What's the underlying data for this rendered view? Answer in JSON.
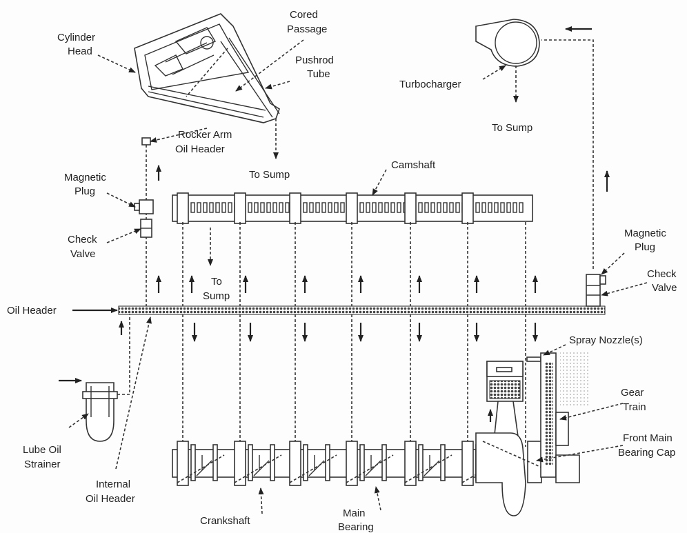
{
  "labels": {
    "cylinder_head": [
      "Cylinder",
      "Head"
    ],
    "cored_passage": [
      "Cored",
      "Passage"
    ],
    "pushrod_tube": [
      "Pushrod",
      "Tube"
    ],
    "turbocharger": "Turbocharger",
    "to_sump_turbo": "To Sump",
    "rocker_arm": [
      "Rocker Arm",
      "Oil Header"
    ],
    "to_sump_head": "To Sump",
    "camshaft": "Camshaft",
    "magnetic_plug_left": [
      "Magnetic",
      "Plug"
    ],
    "check_valve_left": [
      "Check",
      "Valve"
    ],
    "magnetic_plug_right": [
      "Magnetic",
      "Plug"
    ],
    "check_valve_right": [
      "Check",
      "Valve"
    ],
    "to_sump_cam": [
      "To",
      "Sump"
    ],
    "oil_header": "Oil Header",
    "spray_nozzle": "Spray Nozzle(s)",
    "gear_train": [
      "Gear",
      "Train"
    ],
    "front_main": [
      "Front Main",
      "Bearing Cap"
    ],
    "lube_oil": [
      "Lube Oil",
      "Strainer"
    ],
    "internal_oil": [
      "Internal",
      "Oil Header"
    ],
    "crankshaft": "Crankshaft",
    "main_bearing": [
      "Main",
      "Bearing"
    ]
  },
  "colors": {
    "ink": "#222222",
    "line": "#333333",
    "shade": "#999999"
  }
}
